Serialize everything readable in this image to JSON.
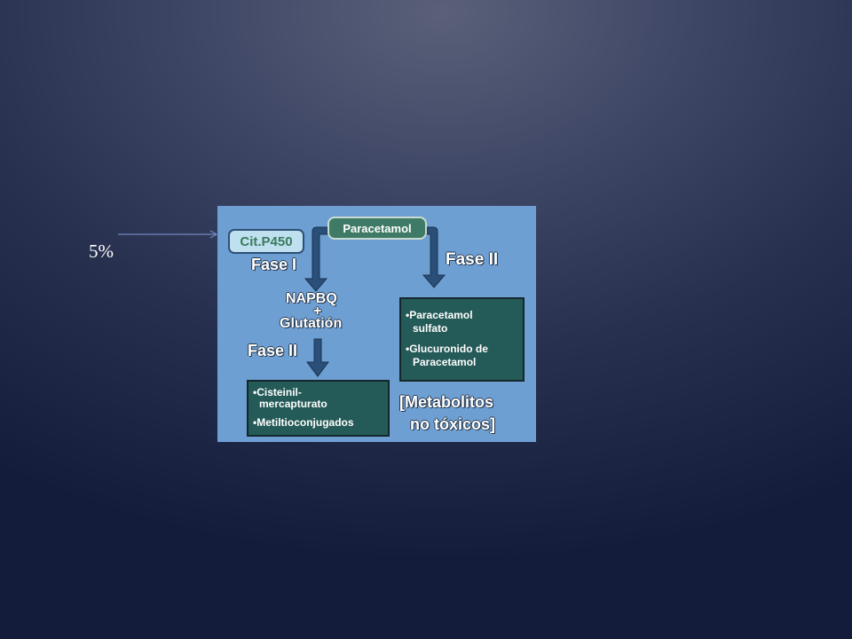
{
  "slide": {
    "label": "5%"
  },
  "diagram": {
    "source_node": "Paracetamol",
    "enzyme": "Cit.P450",
    "phase1_label": "Fase I",
    "phase2_right_label": "Fase II",
    "intermediate_line1": "NAPBQ",
    "intermediate_plus": "+",
    "intermediate_line2": "Glutatión",
    "phase2_left_label": "Fase II",
    "left_box": {
      "item1_line1": "•Cisteinil-",
      "item1_line2": "mercapturato",
      "item2": "•Metiltioconjugados"
    },
    "right_box": {
      "item1_line1": "•Paracetamol",
      "item1_line2": "sulfato",
      "item2_line1": "•Glucuronido de",
      "item2_line2": "Paracetamol"
    },
    "non_toxic_line1": "[Metabolitos",
    "non_toxic_line2": "no tóxicos]"
  },
  "colors": {
    "diagram_background": "#6e9fd3",
    "box_fill": "#245a57",
    "pill_fill": "#3e7a66",
    "enzyme_fill": "#bfe0ee",
    "enzyme_text": "#3a7a5c",
    "pointer_arrow": "#7f9ad6"
  }
}
